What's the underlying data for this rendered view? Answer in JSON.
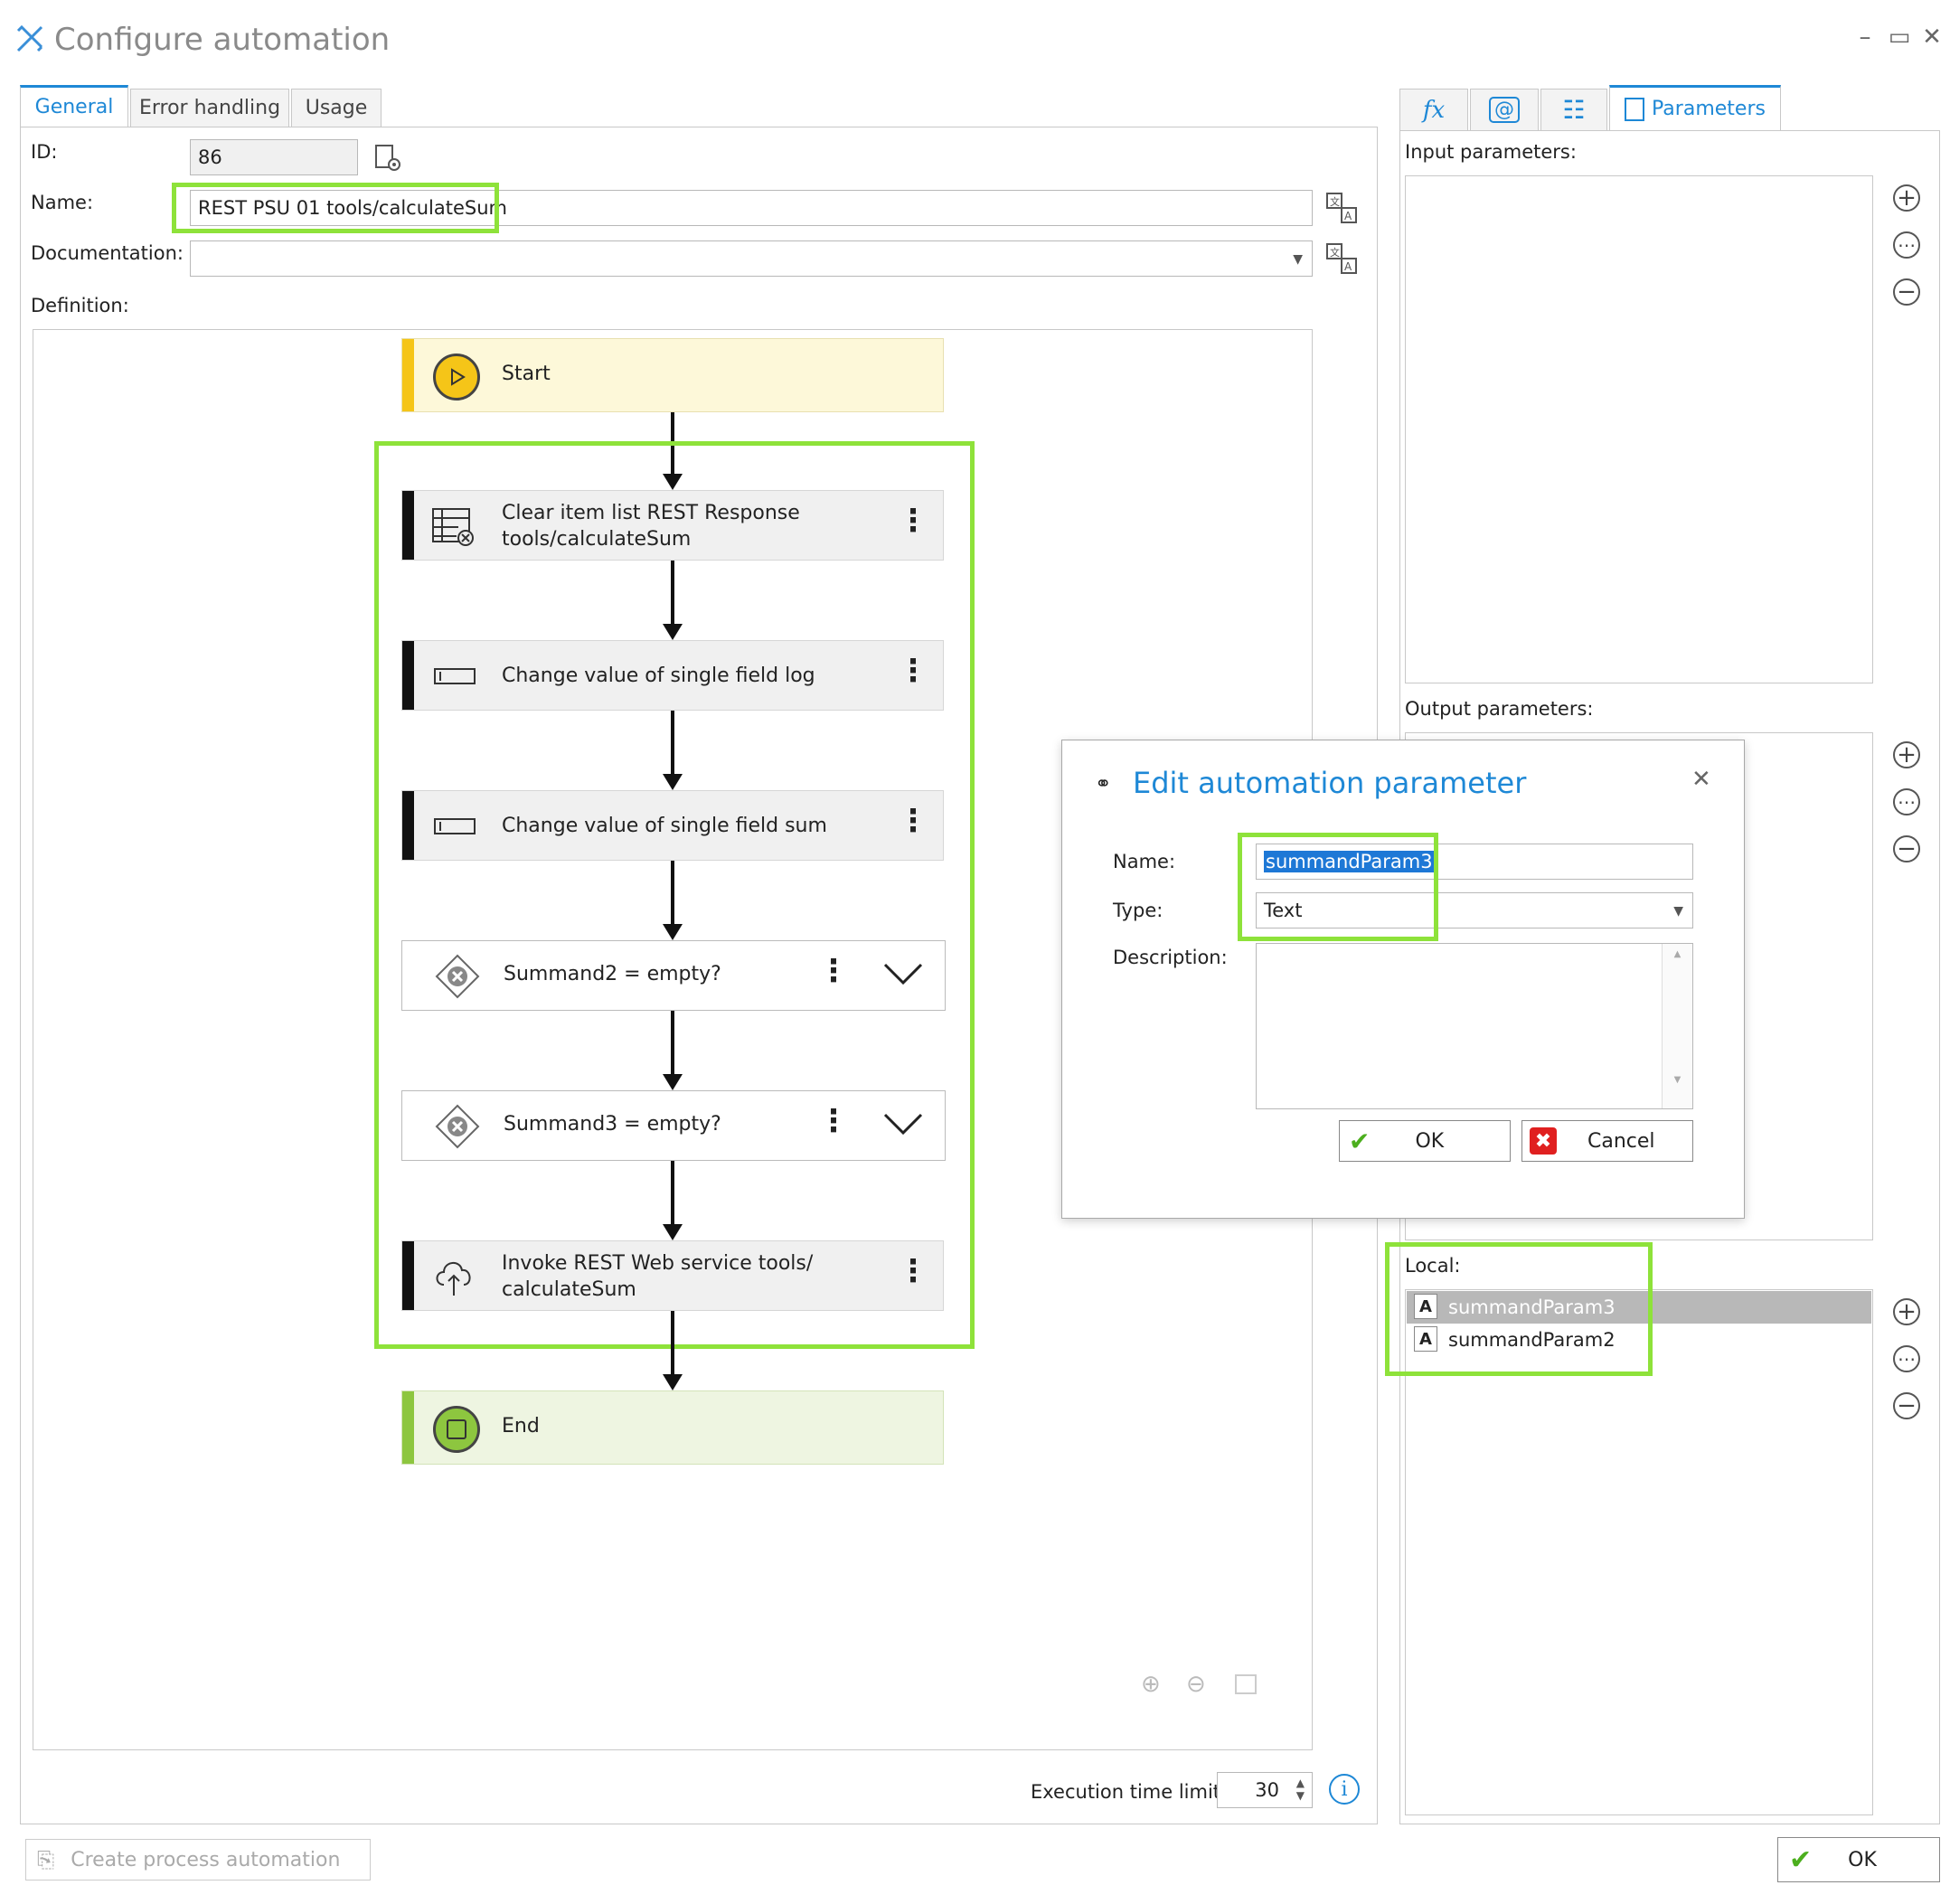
{
  "window": {
    "title": "Configure automation"
  },
  "tabs": [
    {
      "label": "General",
      "active": true
    },
    {
      "label": "Error handling",
      "active": false
    },
    {
      "label": "Usage",
      "active": false
    }
  ],
  "form": {
    "id_label": "ID:",
    "id_value": "86",
    "name_label": "Name:",
    "name_value": "REST PSU 01 tools/calculateSum",
    "doc_label": "Documentation:",
    "doc_value": "",
    "definition_label": "Definition:"
  },
  "flow": {
    "start": "Start",
    "steps": [
      {
        "type": "action",
        "icon": "clear-list-icon",
        "line1": "Clear item list REST Response",
        "line2": "tools/calculateSum"
      },
      {
        "type": "action",
        "icon": "field-icon",
        "line1": "Change value of single field log",
        "line2": ""
      },
      {
        "type": "action",
        "icon": "field-icon",
        "line1": "Change value of single field sum",
        "line2": ""
      },
      {
        "type": "condition",
        "icon": "condition-icon",
        "line1": "Summand2 = empty?",
        "line2": ""
      },
      {
        "type": "condition",
        "icon": "condition-icon",
        "line1": "Summand3 = empty?",
        "line2": ""
      },
      {
        "type": "action",
        "icon": "cloud-upload-icon",
        "line1": "Invoke REST Web service tools/",
        "line2": "calculateSum"
      }
    ],
    "end": "End"
  },
  "execution": {
    "label": "Execution time limit:",
    "value": "30"
  },
  "bottom": {
    "create_label": "Create process automation",
    "ok_label": "OK"
  },
  "right_panel": {
    "tabs": [
      "fx",
      "@",
      "list",
      "Parameters"
    ],
    "input_label": "Input parameters:",
    "output_label": "Output parameters:",
    "local_label": "Local:",
    "local_items": [
      {
        "type": "A",
        "name": "summandParam3",
        "selected": true
      },
      {
        "type": "A",
        "name": "summandParam2",
        "selected": false
      }
    ]
  },
  "dialog": {
    "title": "Edit automation parameter",
    "name_label": "Name:",
    "name_value": "summandParam3",
    "type_label": "Type:",
    "type_value": "Text",
    "desc_label": "Description:",
    "ok": "OK",
    "cancel": "Cancel"
  },
  "colors": {
    "accent": "#1e88d6",
    "highlight": "#8ee23a",
    "start": "#f5c518",
    "end": "#8dc63f"
  }
}
